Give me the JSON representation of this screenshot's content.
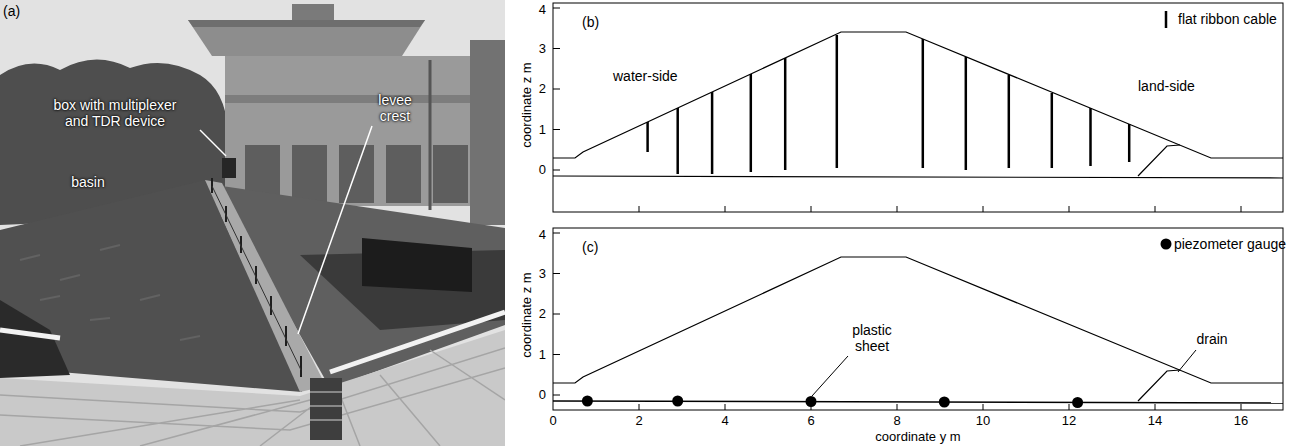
{
  "diagram": {
    "labels": [
      "(a)",
      "box with multiplexer and TDR device",
      "levee crest",
      "basin",
      "(b)",
      "water-side",
      "land-side",
      "4",
      "3",
      "2",
      "1",
      "0",
      "coordinate z m",
      "(c)",
      "plastic sheet",
      "drain",
      "4",
      "3",
      "2",
      "1",
      "0",
      "coordinate z m",
      "0",
      "2",
      "4",
      "6",
      "8",
      "10",
      "12",
      "14",
      "16",
      "coordinate y m"
    ],
    "legend": [
      {
        "text": "flat ribbon cable"
      },
      {
        "text": "piezometer gauge"
      }
    ]
  }
}
